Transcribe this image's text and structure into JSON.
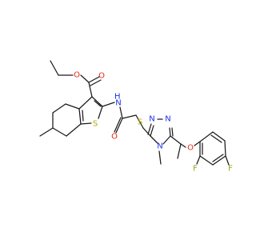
{
  "molecule": {
    "atom_labels": {
      "o_carbonyl": "O",
      "o_ester": "O",
      "nh": "H",
      "nh_n": "N",
      "s_thiophene": "S",
      "o_amide": "O",
      "s_linker": "S",
      "n1_triazole": "N",
      "n2_triazole": "N",
      "n4_triazole": "N",
      "o_ether": "O",
      "f_ortho": "F",
      "f_para": "F"
    },
    "colors": {
      "oxygen": "#e8271c",
      "nitrogen": "#1c2fe8",
      "sulfur": "#b5a800",
      "fluorine": "#8aaa1a",
      "carbon": "#1a1a1a"
    }
  }
}
